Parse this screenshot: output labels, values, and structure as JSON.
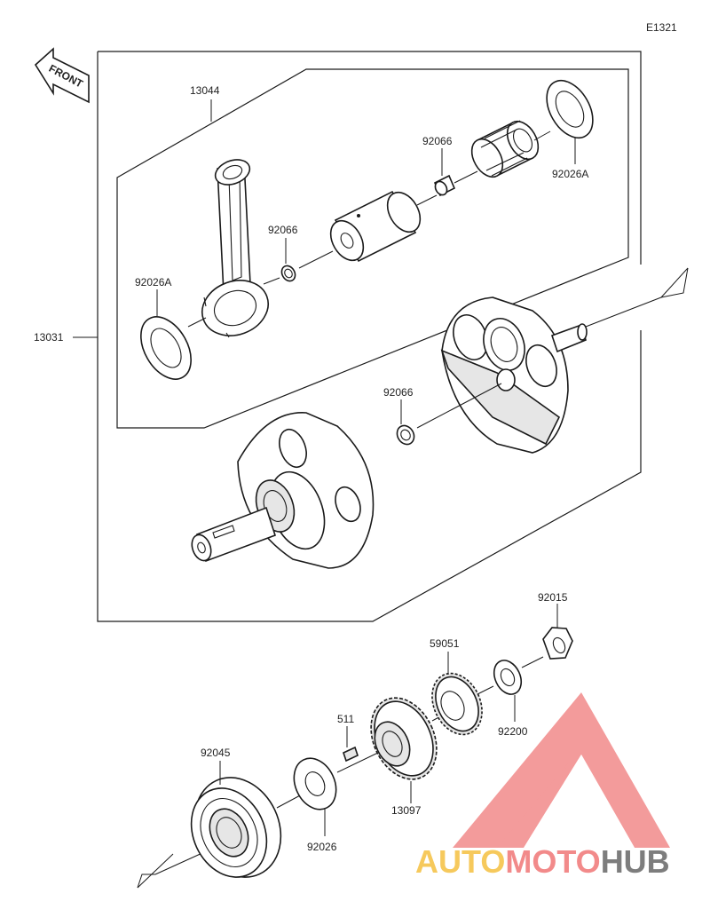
{
  "diagram_code": "E1321",
  "front_label": "FRONT",
  "parts": [
    {
      "id": "13044",
      "label": "13044"
    },
    {
      "id": "13031",
      "label": "13031"
    },
    {
      "id": "92066-a",
      "label": "92066"
    },
    {
      "id": "92066-b",
      "label": "92066"
    },
    {
      "id": "92066-c",
      "label": "92066"
    },
    {
      "id": "92026A-a",
      "label": "92026A"
    },
    {
      "id": "92026A-b",
      "label": "92026A"
    },
    {
      "id": "92015",
      "label": "92015"
    },
    {
      "id": "59051",
      "label": "59051"
    },
    {
      "id": "511",
      "label": "511"
    },
    {
      "id": "92200",
      "label": "92200"
    },
    {
      "id": "92045",
      "label": "92045"
    },
    {
      "id": "13097",
      "label": "13097"
    },
    {
      "id": "92026",
      "label": "92026"
    }
  ],
  "watermark": {
    "part1": "AUTO",
    "part2": "MOTO",
    "part3": "HUB"
  },
  "colors": {
    "watermark_red": "#f28a8a",
    "watermark_orange": "#f6c95c",
    "watermark_gray": "#7d7d7d",
    "line": "#1a1a1a"
  }
}
